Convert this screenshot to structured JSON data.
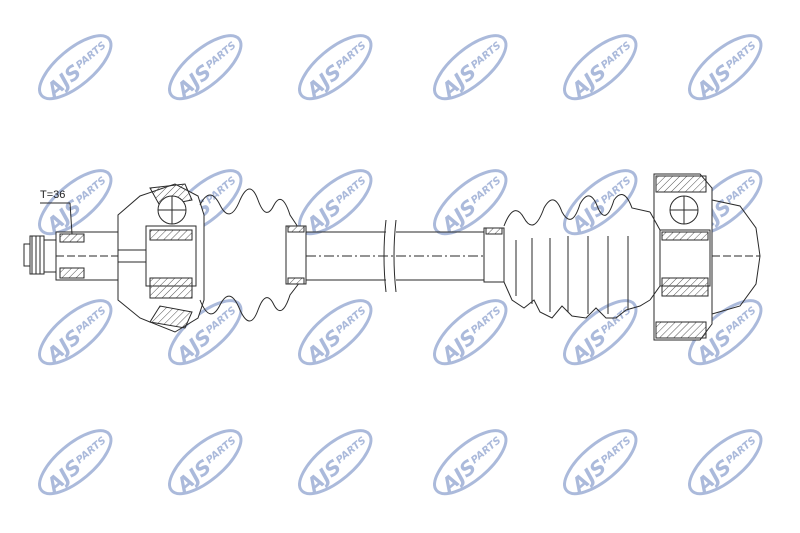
{
  "drawing": {
    "callout_label": "T=36"
  },
  "watermark": {
    "brand": "AJS",
    "word": "PARTS",
    "color": "#8fa3cf"
  },
  "colors": {
    "line": "#2a2a2a",
    "hatch": "#555555",
    "background": "#ffffff"
  }
}
